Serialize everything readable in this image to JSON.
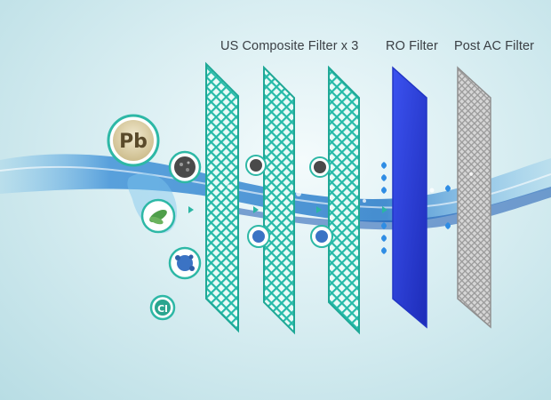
{
  "labels": {
    "us_composite": "US Composite Filter x 3",
    "ro": "RO Filter",
    "post_ac": "Post AC Filter"
  },
  "contaminants": {
    "lead_symbol": "Pb",
    "chlorine_symbol": "Cl"
  },
  "icons": [
    "lead-icon",
    "sediment-particle-icon",
    "bacteria-icon",
    "virus-icon",
    "chlorine-icon",
    "water-droplet-icon"
  ],
  "colors": {
    "mesh_filter": "#2ec4b6",
    "ro_filter": "#2a3fd6",
    "ac_filter": "#b9b9b9",
    "water": "#1e7fd0",
    "droplet": "#2f8de4"
  }
}
